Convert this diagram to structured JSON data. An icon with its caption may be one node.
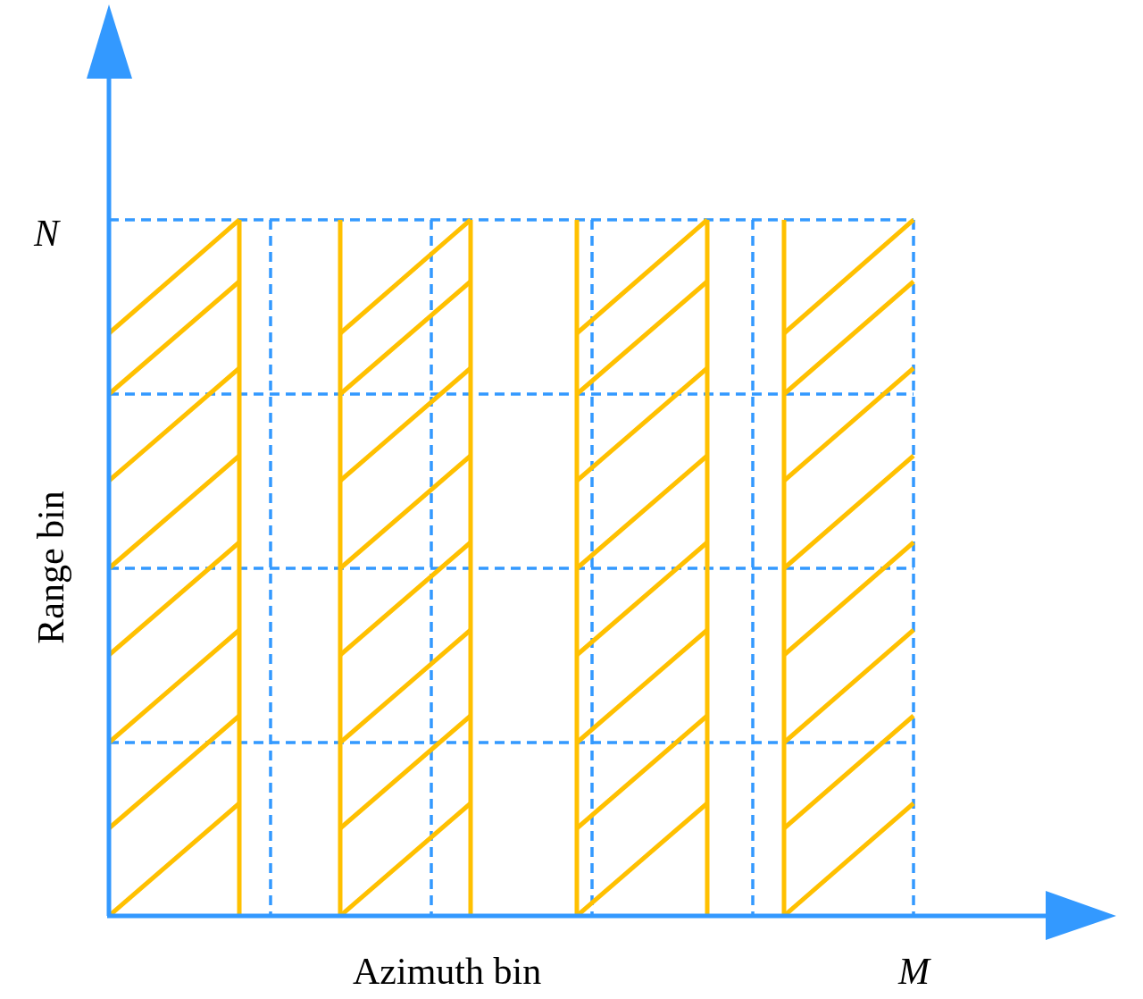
{
  "diagram": {
    "labels": [
      "N",
      "Range bin",
      "Azimuth bin",
      "M"
    ]
  }
}
